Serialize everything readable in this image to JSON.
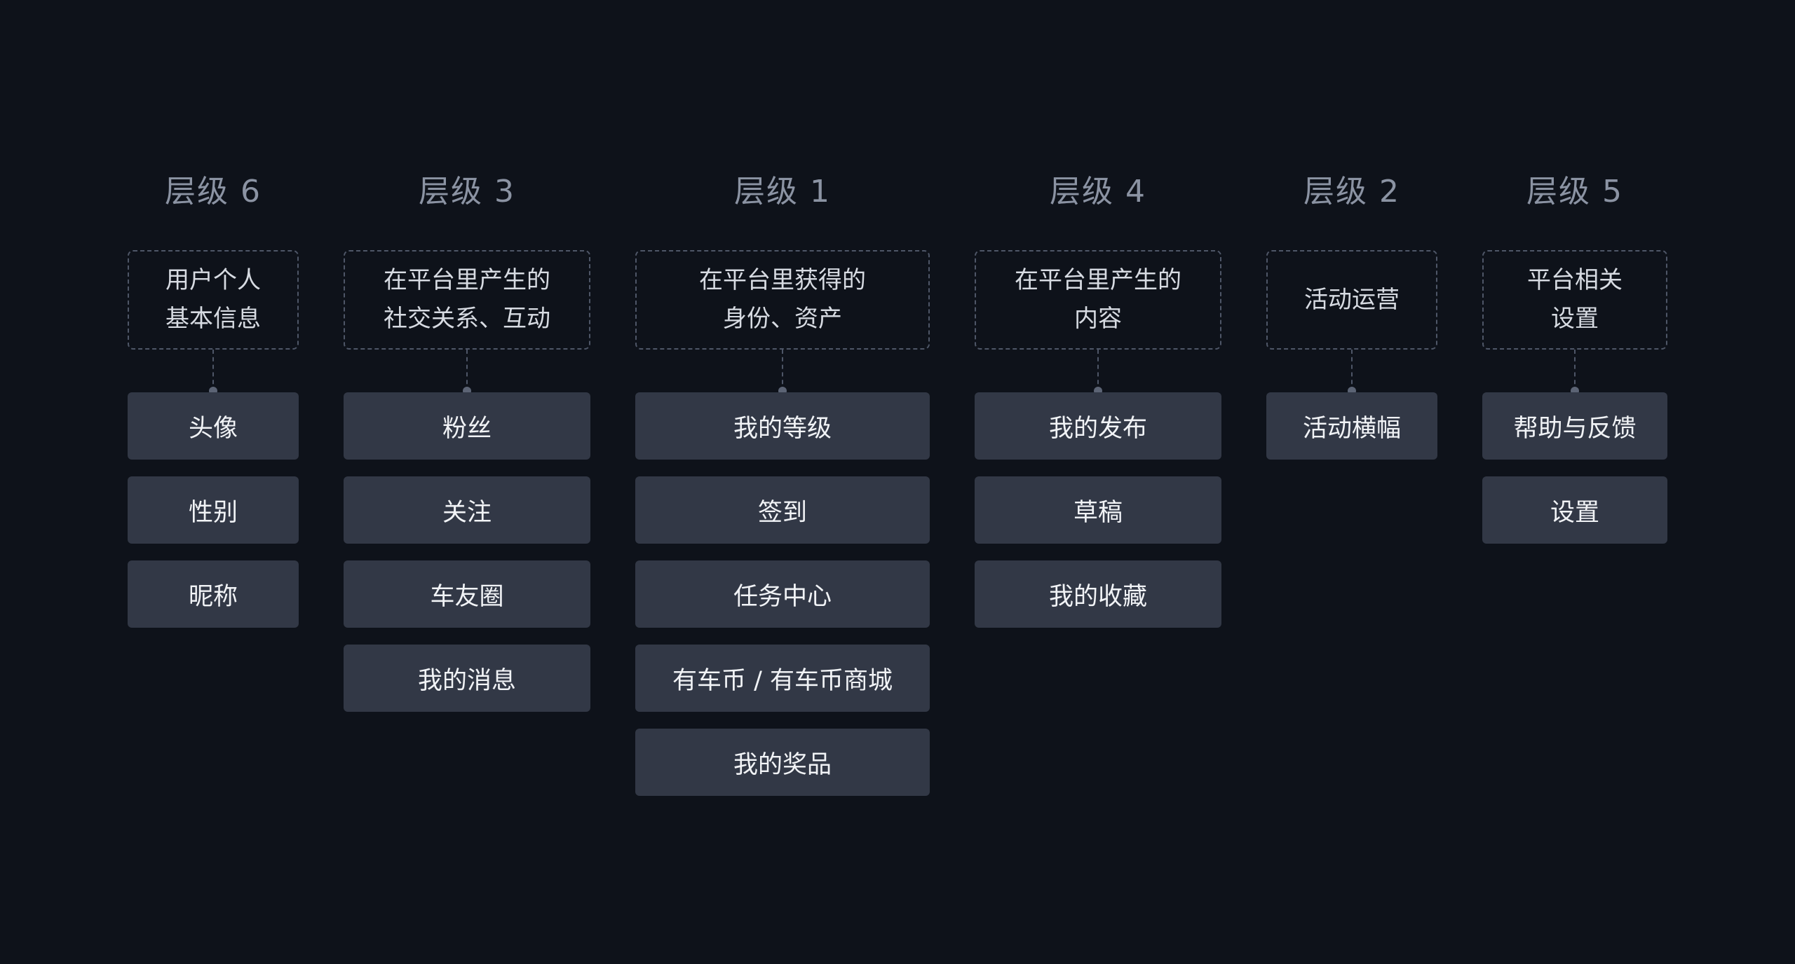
{
  "columns": [
    {
      "title": "层级 6",
      "description": [
        "用户个人",
        "基本信息"
      ],
      "items": [
        "头像",
        "性别",
        "昵称"
      ]
    },
    {
      "title": "层级 3",
      "description": [
        "在平台里产生的",
        "社交关系、互动"
      ],
      "items": [
        "粉丝",
        "关注",
        "车友圈",
        "我的消息"
      ]
    },
    {
      "title": "层级 1",
      "description": [
        "在平台里获得的",
        "身份、资产"
      ],
      "items": [
        "我的等级",
        "签到",
        "任务中心",
        "有车币 / 有车币商城",
        "我的奖品"
      ]
    },
    {
      "title": "层级 4",
      "description": [
        "在平台里产生的",
        "内容"
      ],
      "items": [
        "我的发布",
        "草稿",
        "我的收藏"
      ]
    },
    {
      "title": "层级 2",
      "description": [
        "活动运营"
      ],
      "items": [
        "活动横幅"
      ]
    },
    {
      "title": "层级 5",
      "description": [
        "平台相关",
        "设置"
      ],
      "items": [
        "帮助与反馈",
        "设置"
      ]
    }
  ]
}
